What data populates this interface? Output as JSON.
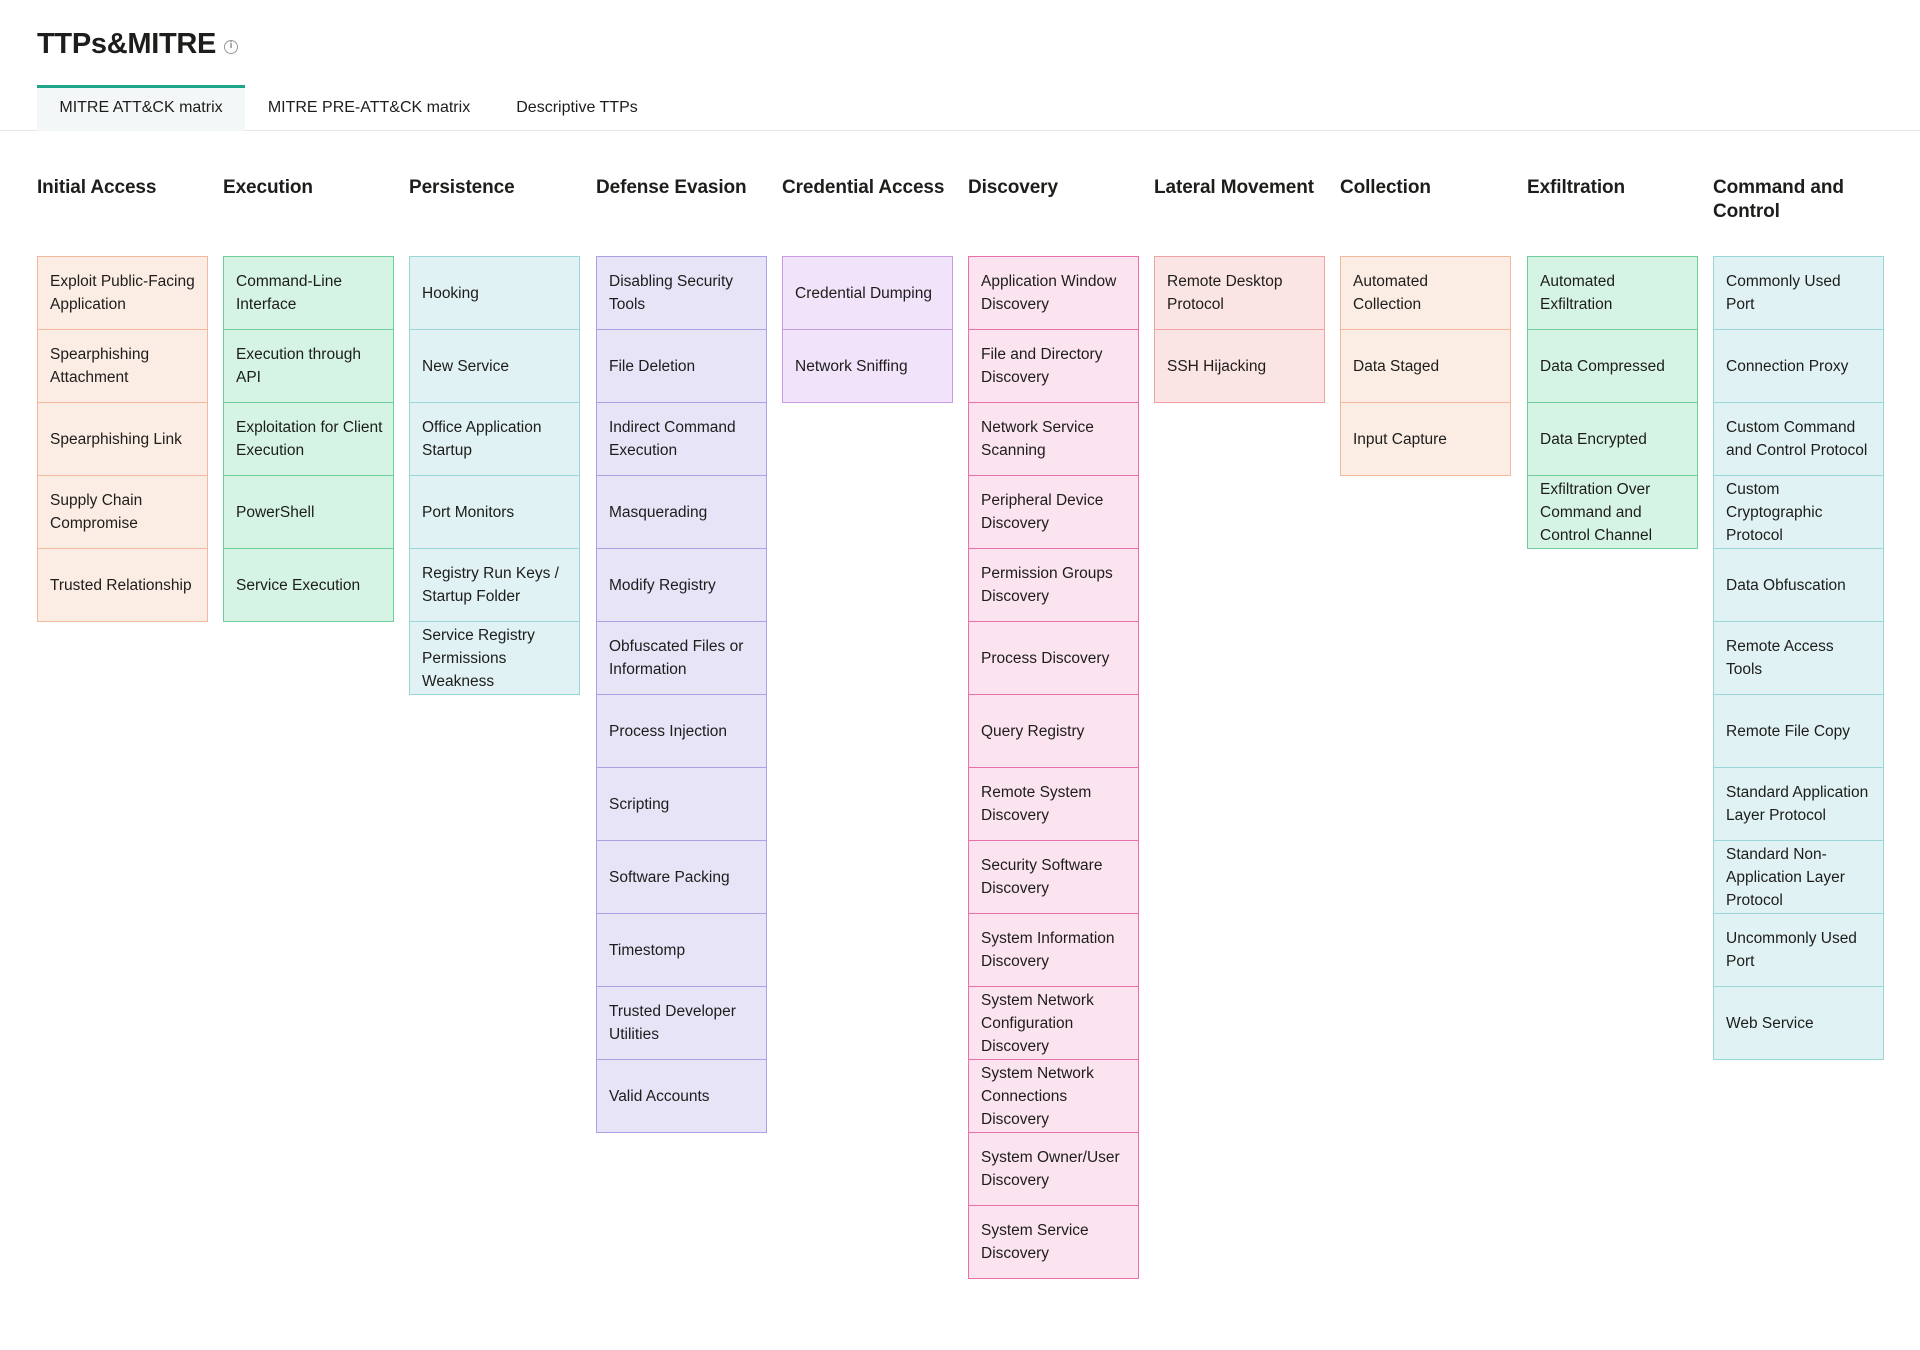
{
  "page": {
    "title": "TTPs&MITRE",
    "info_icon": "info-icon"
  },
  "tabs": [
    {
      "label": "MITRE ATT&CK matrix",
      "active": true
    },
    {
      "label": "MITRE PRE-ATT&CK matrix",
      "active": false
    },
    {
      "label": "Descriptive TTPs",
      "active": false
    }
  ],
  "colors": {
    "accent": "#1fa589",
    "initial_access": "#fcede4",
    "execution": "#d6f4e4",
    "persistence": "#e0f2f3",
    "defense_evasion": "#e7e4f8",
    "credential_access": "#f1e3f9",
    "discovery": "#fbe3ef",
    "lateral_movement": "#fbe4e4",
    "collection": "#fcede4",
    "exfiltration": "#d6f4e4",
    "command_and_control": "#e0f2f3"
  },
  "matrix": {
    "columns": [
      {
        "title": "Initial Access",
        "techniques": [
          "Exploit Public-Facing Application",
          "Spearphishing Attachment",
          "Spearphishing Link",
          "Supply Chain Compromise",
          "Trusted Relationship"
        ]
      },
      {
        "title": "Execution",
        "techniques": [
          "Command-Line Interface",
          "Execution through API",
          "Exploitation for Client Execution",
          "PowerShell",
          "Service Execution"
        ]
      },
      {
        "title": "Persistence",
        "techniques": [
          "Hooking",
          "New Service",
          "Office Application Startup",
          "Port Monitors",
          "Registry Run Keys / Startup Folder",
          "Service Registry Permissions Weakness"
        ]
      },
      {
        "title": "Defense Evasion",
        "techniques": [
          "Disabling Security Tools",
          "File Deletion",
          "Indirect Command Execution",
          "Masquerading",
          "Modify Registry",
          "Obfuscated Files or Information",
          "Process Injection",
          "Scripting",
          "Software Packing",
          "Timestomp",
          "Trusted Developer Utilities",
          "Valid Accounts"
        ]
      },
      {
        "title": "Credential Access",
        "techniques": [
          "Credential Dumping",
          "Network Sniffing"
        ]
      },
      {
        "title": "Discovery",
        "techniques": [
          "Application Window Discovery",
          "File and Directory Discovery",
          "Network Service Scanning",
          "Peripheral Device Discovery",
          "Permission Groups Discovery",
          "Process Discovery",
          "Query Registry",
          "Remote System Discovery",
          "Security Software Discovery",
          "System Information Discovery",
          "System Network Configuration Discovery",
          "System Network Connections Discovery",
          "System Owner/User Discovery",
          "System Service Discovery"
        ]
      },
      {
        "title": "Lateral Movement",
        "techniques": [
          "Remote Desktop Protocol",
          "SSH Hijacking"
        ]
      },
      {
        "title": "Collection",
        "techniques": [
          "Automated Collection",
          "Data Staged",
          "Input Capture"
        ]
      },
      {
        "title": "Exfiltration",
        "techniques": [
          "Automated Exfiltration",
          "Data Compressed",
          "Data Encrypted",
          "Exfiltration Over Command and Control Channel"
        ]
      },
      {
        "title": "Command and Control",
        "techniques": [
          "Commonly Used Port",
          "Connection Proxy",
          "Custom Command and Control Protocol",
          "Custom Cryptographic Protocol",
          "Data Obfuscation",
          "Remote Access Tools",
          "Remote File Copy",
          "Standard Application Layer Protocol",
          "Standard Non-Application Layer Protocol",
          "Uncommonly Used Port",
          "Web Service"
        ]
      }
    ]
  }
}
